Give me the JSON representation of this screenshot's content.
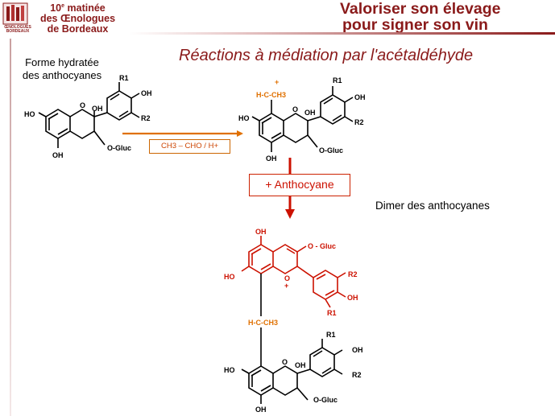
{
  "header": {
    "logo_caption": "ŒNOLOGUES BORDEAUX",
    "event_line1_sup": "e",
    "event_line1_num": "10",
    "event_line1_rest": " matinée",
    "event_line2": "des Œnologues",
    "event_line3": "de Bordeaux",
    "banner_line1": "Valoriser son élevage",
    "banner_line2": "pour signer son vin"
  },
  "slide": {
    "title": "Réactions à médiation par l'acétaldéhyde",
    "label_forme_line1": "Forme hydratée",
    "label_forme_line2": "des anthocyanes",
    "label_dimer": "Dimer des anthocyanes",
    "reagent": "CH3 – CHO / H+",
    "add_anthocyane": "+ Anthocyane"
  },
  "molecules": {
    "r1": "R1",
    "r2": "R2",
    "oh": "OH",
    "ho": "HO",
    "o": "O",
    "plus": "+",
    "o_gluc": "O-Gluc",
    "o_gluc_spaced": "O - Gluc",
    "h_c_ch3": "H-C-CH3"
  },
  "colors": {
    "brand": "#8a1a1a",
    "orange": "#e07000",
    "red": "#cc1100",
    "black": "#000000"
  }
}
